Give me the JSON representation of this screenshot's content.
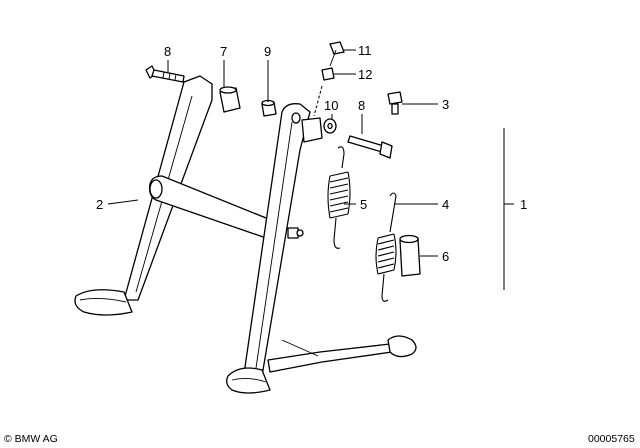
{
  "callouts": {
    "c1": "1",
    "c2": "2",
    "c3": "3",
    "c4": "4",
    "c5": "5",
    "c6": "6",
    "c7": "7",
    "c8a": "8",
    "c8b": "8",
    "c9": "9",
    "c10": "10",
    "c11": "11",
    "c12": "12"
  },
  "footer": {
    "copyright": "© BMW AG",
    "diagram_number": "00005765"
  }
}
